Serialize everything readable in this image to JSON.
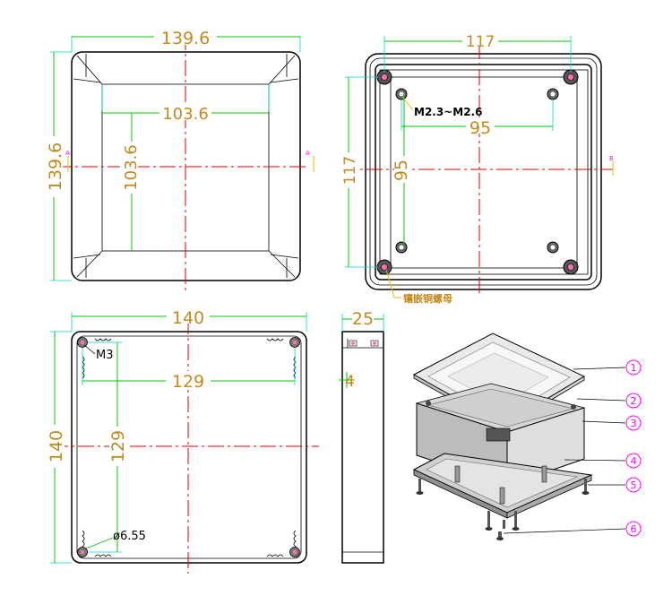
{
  "top_view": {
    "dim_width": "139.6",
    "dim_height": "139.6",
    "dim_inner_width": "103.6",
    "dim_inner_height": "103.6",
    "section_mark_left": "A",
    "section_mark_right": "A"
  },
  "open_view": {
    "dim_width": "117",
    "dim_height": "117",
    "dim_hole_spacing_x": "95",
    "dim_hole_spacing_y": "95",
    "screw_spec": "M2.3~M2.6",
    "insert_note": "镶嵌铜螺母",
    "section_mark": "B"
  },
  "bottom_view": {
    "dim_width": "140",
    "dim_height": "140",
    "dim_hole_spacing_x": "129",
    "dim_hole_spacing_y": "129",
    "screw_spec": "M3",
    "hole_diameter": "ø6.55"
  },
  "side_view": {
    "dim_depth": "25",
    "dim_wall": "4"
  },
  "exploded_view": {
    "part_numbers": [
      "1",
      "2",
      "3",
      "4",
      "5",
      "6"
    ]
  },
  "colors": {
    "dimension_text": "#c08a1f",
    "dimension_lines": "#00c800",
    "center_lines": "#e00000",
    "part_bubbles": "#ff00ff",
    "section_marks": "#ff00ff",
    "outline": "#000000"
  }
}
